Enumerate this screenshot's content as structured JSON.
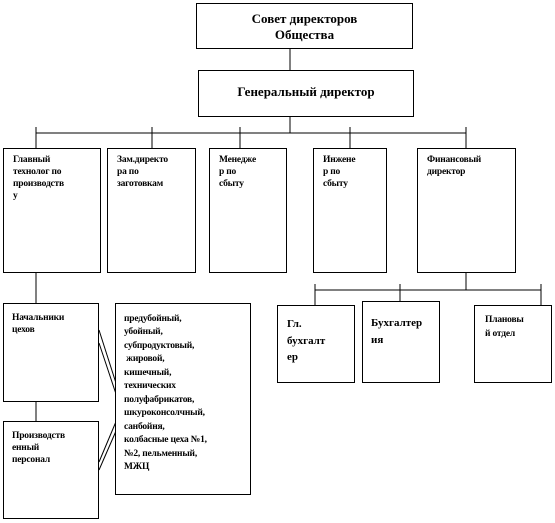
{
  "board": {
    "line1": "Совет директоров",
    "line2": "Общества"
  },
  "general_director": {
    "label": "Генеральный директор"
  },
  "level2": [
    {
      "id": "chief-technologist",
      "lines": [
        "Главный",
        "технолог  по",
        "производств",
        "у"
      ]
    },
    {
      "id": "deputy-director-procurement",
      "lines": [
        "Зам.директо",
        "ра по",
        "заготовкам"
      ]
    },
    {
      "id": "sales-manager",
      "lines": [
        "Менедже",
        "р по",
        "сбыту"
      ]
    },
    {
      "id": "sales-engineer",
      "lines": [
        "Инжене",
        "р по",
        "сбыту"
      ]
    },
    {
      "id": "financial-director",
      "lines": [
        "Финансовый",
        "директор"
      ]
    }
  ],
  "heads_of_shops": {
    "lines": [
      "Начальники",
      "цехов"
    ]
  },
  "production_staff": {
    "lines": [
      "Производств",
      "енный",
      "персонал"
    ]
  },
  "shops_list": {
    "lines": [
      "предубойный,",
      "убойный,",
      "субпродуктовый,",
      " жировой,",
      "кишечный,",
      "технических",
      "полуфабрикатов,",
      "шкуроконсолчный,",
      "санбойня,",
      "колбасные цеха №1,",
      "№2, пельменный,",
      "МЖЦ"
    ]
  },
  "finance_subunits": [
    {
      "id": "chief-accountant",
      "lines": [
        "Гл.",
        "бухгалт",
        "ер"
      ]
    },
    {
      "id": "accounting",
      "lines": [
        "Бухгалтер",
        "ия"
      ]
    },
    {
      "id": "planning-department",
      "lines": [
        "Плановы",
        "й отдел"
      ]
    }
  ]
}
